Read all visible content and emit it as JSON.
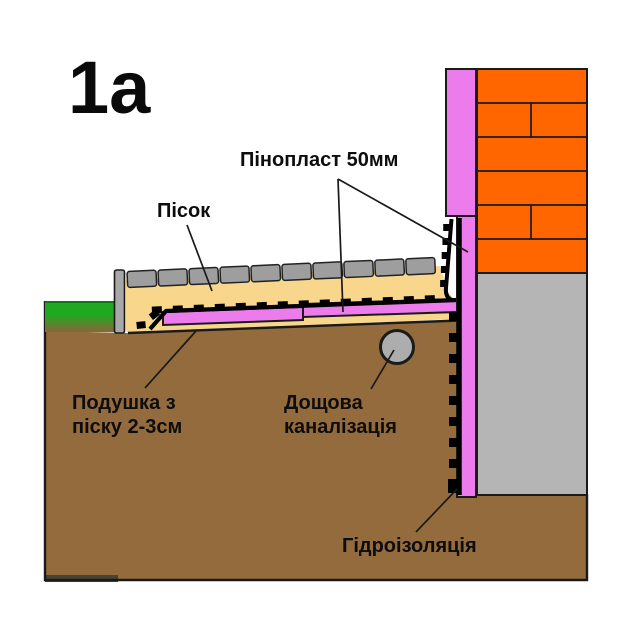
{
  "figure": {
    "label": "1а"
  },
  "annotations": {
    "foam": {
      "text": "Пінопласт 50мм"
    },
    "sand": {
      "text": "Пісок"
    },
    "cushion": {
      "line1": "Подушка з",
      "line2": "піску 2-3см"
    },
    "drain": {
      "line1": "Дощова",
      "line2": "каналізація"
    },
    "waterproofing": {
      "text": "Гідроізоляція"
    }
  },
  "colors": {
    "background": "#FFFFFF",
    "soil": "#946B3C",
    "soil_edge": "#474334",
    "grass": "#21A821",
    "grass_fade": "#8A6538",
    "grass_dark": "#0E7A0E",
    "sand": "#F8D78D",
    "foam": "#EC7BEC",
    "brick": "#FF6600",
    "foundation": "#B5B5B5",
    "paver": "#9E9E9E",
    "curb": "#A8A8A8",
    "pipe": "#ADADAD",
    "membrane": "#000000",
    "line": "#1A1A1A"
  }
}
